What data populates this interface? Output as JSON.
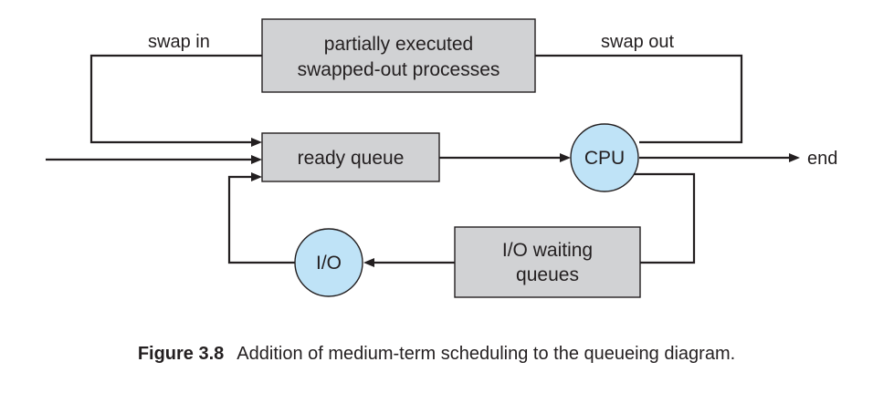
{
  "nodes": {
    "swapped_out": {
      "line1": "partially executed",
      "line2": "swapped-out processes"
    },
    "ready_queue": "ready queue",
    "cpu": "CPU",
    "io_waiting": {
      "line1": "I/O waiting",
      "line2": "queues"
    },
    "io": "I/O"
  },
  "edges": {
    "swap_in": "swap in",
    "swap_out": "swap out",
    "end": "end"
  },
  "caption": {
    "label": "Figure 3.8",
    "text": "Addition of medium-term scheduling to the queueing diagram."
  },
  "colors": {
    "box_fill": "#d1d2d4",
    "circle_fill": "#bfe3f7",
    "stroke": "#231f20"
  }
}
